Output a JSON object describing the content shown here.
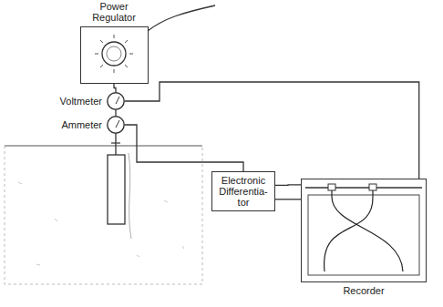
{
  "diagram": {
    "nodes": [
      {
        "text": [
          "Power Regulator"
        ]
      },
      {
        "text": [
          "Voltmeter"
        ]
      },
      {
        "text": [
          "Ammeter"
        ]
      },
      {
        "text": [
          "Electronic Differentia- tor"
        ]
      },
      {
        "text": [
          "Recorder"
        ]
      }
    ],
    "edges": [
      {
        "from": 0,
        "to": 1,
        "arrow": "none"
      },
      {
        "from": 1,
        "to": 2,
        "arrow": "none"
      },
      {
        "from": 1,
        "to": 4,
        "arrow": "none"
      },
      {
        "from": 2,
        "to": 3,
        "arrow": "none"
      },
      {
        "from": 3,
        "to": 4,
        "arrow": "none"
      },
      {
        "from": 3,
        "to": 4,
        "arrow": "none"
      }
    ]
  }
}
